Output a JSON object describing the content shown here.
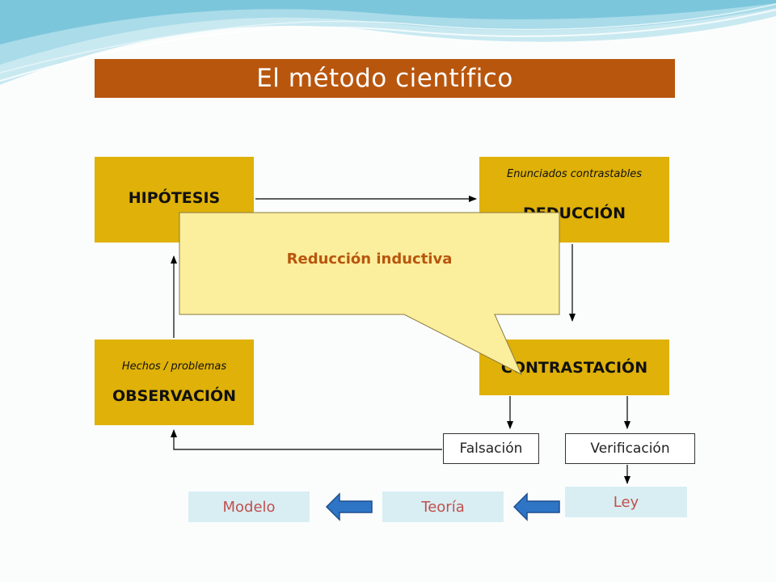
{
  "title": "El método científico",
  "boxes": {
    "hipotesis": {
      "label": "HIPÓTESIS"
    },
    "deduccion": {
      "sublabel": "Enunciados contrastables",
      "label": "DEDUCCIÓN"
    },
    "contrastacion": {
      "label": "CONTRASTACIÓN"
    },
    "observacion": {
      "sublabel": "Hechos / problemas",
      "label": "OBSERVACIÓN"
    },
    "falsacion": {
      "label": "Falsación"
    },
    "verificacion": {
      "label": "Verificación"
    },
    "ley": {
      "label": "Ley"
    },
    "teoria": {
      "label": "Teoría"
    },
    "modelo": {
      "label": "Modelo"
    }
  },
  "callout": {
    "text": "Reducción inductiva"
  },
  "colors": {
    "title_bg": "#b8560e",
    "box_fill": "#dfb109",
    "callout_fill": "#fbee9c",
    "result_fill": "#d9eef3",
    "result_text": "#c0504d",
    "big_arrow": "#2e75c6"
  }
}
